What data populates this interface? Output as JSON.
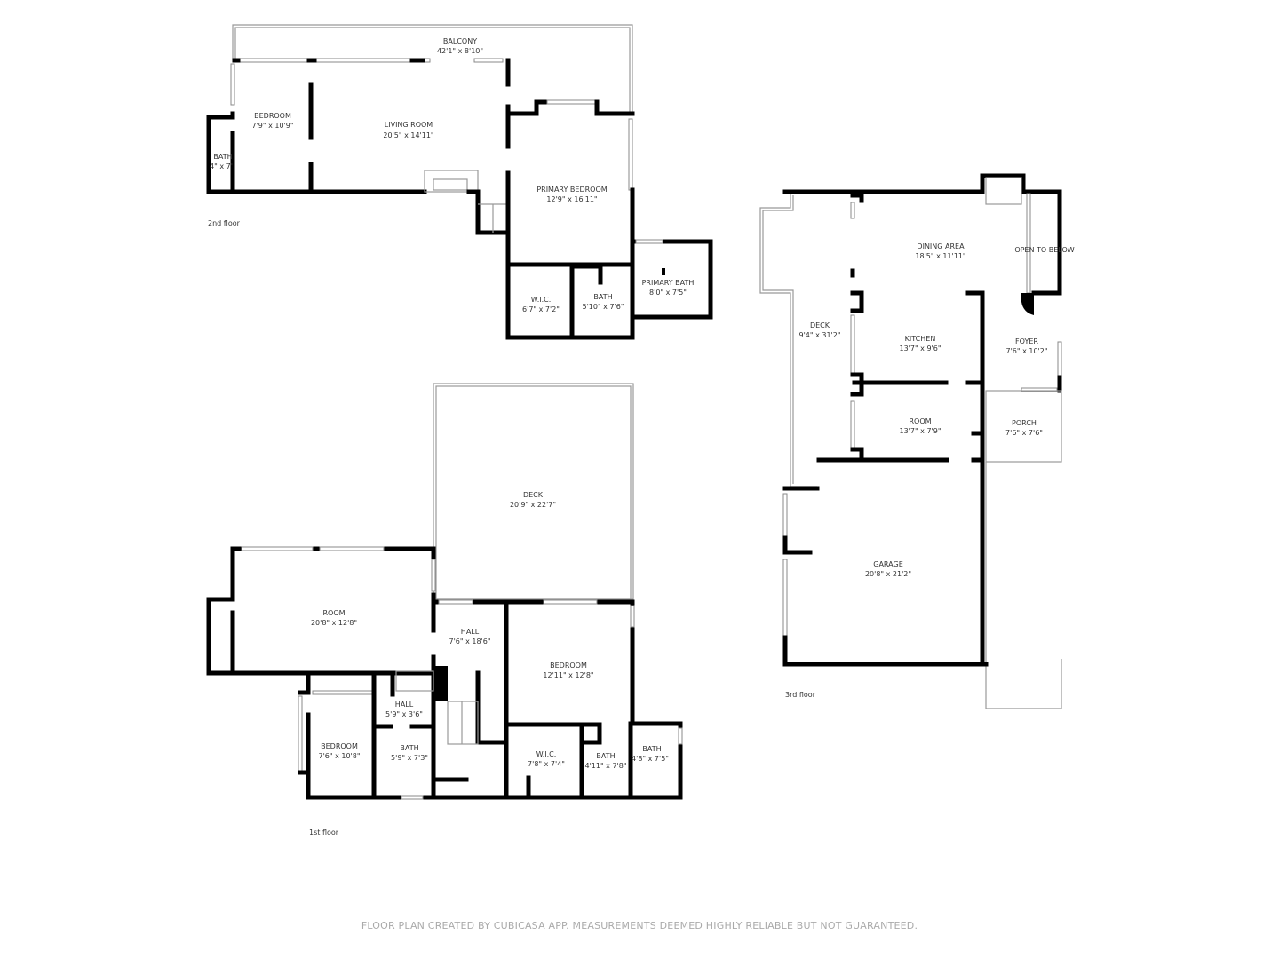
{
  "floors": {
    "second": {
      "label": "2nd floor",
      "rooms": [
        {
          "name": "BALCONY",
          "dims": "42'1\" x 8'10\""
        },
        {
          "name": "BEDROOM",
          "dims": "7'9\" x 10'9\""
        },
        {
          "name": "LIVING ROOM",
          "dims": "20'5\" x 14'11\""
        },
        {
          "name": "BATH",
          "dims": "4\" x 7'"
        },
        {
          "name": "PRIMARY BEDROOM",
          "dims": "12'9\" x 16'11\""
        },
        {
          "name": "PRIMARY BATH",
          "dims": "8'0\" x 7'5\""
        },
        {
          "name": "W.I.C.",
          "dims": "6'7\" x 7'2\""
        },
        {
          "name": "BATH",
          "dims": "5'10\" x 7'6\""
        }
      ]
    },
    "third": {
      "label": "3rd floor",
      "rooms": [
        {
          "name": "DINING AREA",
          "dims": "18'5\" x 11'11\""
        },
        {
          "name": "OPEN TO BELOW",
          "dims": ""
        },
        {
          "name": "DECK",
          "dims": "9'4\" x 31'2\""
        },
        {
          "name": "KITCHEN",
          "dims": "13'7\" x 9'6\""
        },
        {
          "name": "FOYER",
          "dims": "7'6\" x 10'2\""
        },
        {
          "name": "ROOM",
          "dims": "13'7\" x 7'9\""
        },
        {
          "name": "PORCH",
          "dims": "7'6\" x 7'6\""
        },
        {
          "name": "GARAGE",
          "dims": "20'8\" x 21'2\""
        }
      ]
    },
    "first": {
      "label": "1st floor",
      "rooms": [
        {
          "name": "DECK",
          "dims": "20'9\" x 22'7\""
        },
        {
          "name": "ROOM",
          "dims": "20'8\" x 12'8\""
        },
        {
          "name": "HALL",
          "dims": "7'6\" x 18'6\""
        },
        {
          "name": "BEDROOM",
          "dims": "12'11\" x 12'8\""
        },
        {
          "name": "HALL",
          "dims": "5'9\" x 3'6\""
        },
        {
          "name": "BEDROOM",
          "dims": "7'6\" x 10'8\""
        },
        {
          "name": "BATH",
          "dims": "5'9\" x 7'3\""
        },
        {
          "name": "W.I.C.",
          "dims": "7'8\" x 7'4\""
        },
        {
          "name": "BATH",
          "dims": "4'11\" x 7'8\""
        },
        {
          "name": "BATH",
          "dims": "4'8\" x 7'5\""
        }
      ]
    }
  },
  "footer": "FLOOR PLAN CREATED BY CUBICASA APP. MEASUREMENTS DEEMED HIGHLY RELIABLE BUT NOT GUARANTEED.",
  "colors": {
    "wall": "#000000",
    "outline": "#999999",
    "footer": "#aaaaaa"
  }
}
